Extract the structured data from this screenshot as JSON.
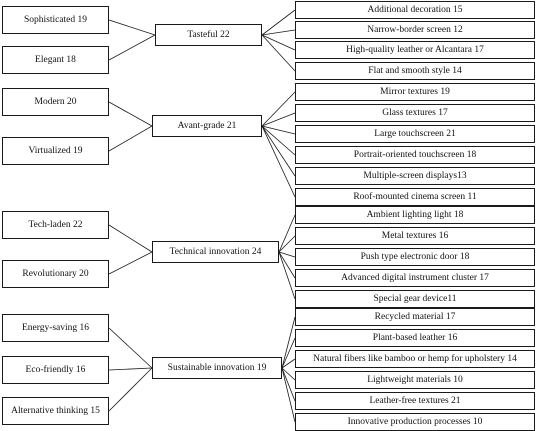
{
  "groups": [
    {
      "left": [
        "Sophisticated 19",
        "Elegant 18"
      ],
      "center": "Tasteful 22",
      "right": [
        "Additional decoration 15",
        "Narrow-border screen 12",
        "High-quality leather or Alcantara 17",
        "Flat and smooth style 14"
      ]
    },
    {
      "left": [
        "Modern 20",
        "Virtualized 19"
      ],
      "center": "Avant-grade 21",
      "right": [
        "Mirror textures 19",
        "Glass textures 17",
        "Large touchscreen 21",
        "Portrait-oriented touchscreen 18",
        "Multiple-screen displays13",
        "Roof-mounted cinema screen  11"
      ]
    },
    {
      "left": [
        "Tech-laden 22",
        "Revolutionary 20"
      ],
      "center": "Technical innovation 24",
      "right": [
        "Ambient lighting light 18",
        "Metal textures 16",
        "Push type electronic door 18",
        "Advanced digital instrument cluster  17",
        "Special gear device11"
      ]
    },
    {
      "left": [
        "Energy-saving 16",
        "Eco-friendly  16",
        "Alternative thinking 15"
      ],
      "center": "Sustainable innovation 19",
      "right": [
        "Recycled material 17",
        "Plant-based leather 16",
        "Natural fibers like bamboo or hemp for upholstery 14",
        "Lightweight materials 10",
        "Leather-free textures 21",
        "Innovative production processes 10"
      ]
    }
  ]
}
